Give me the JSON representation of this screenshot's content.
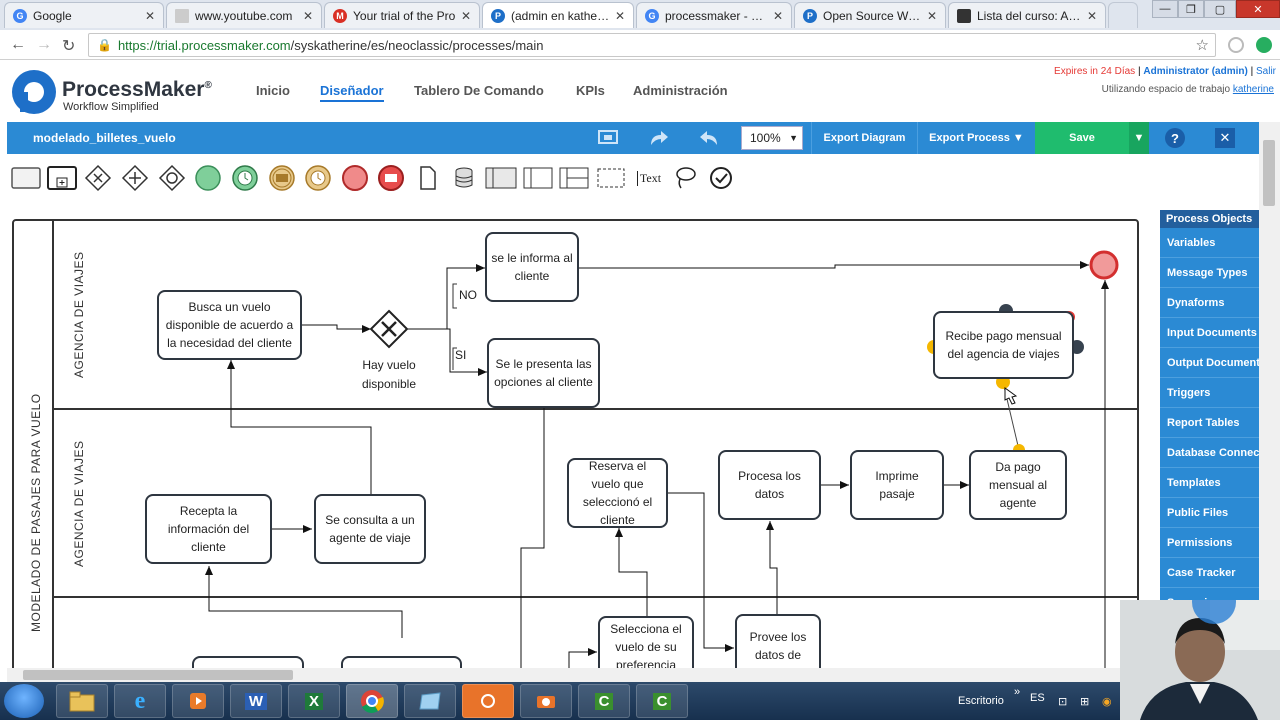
{
  "browser": {
    "tabs": [
      {
        "title": "Google",
        "fav": "G",
        "fav_color": "#4285f4"
      },
      {
        "title": "www.youtube.com",
        "fav": "",
        "fav_color": "#cccccc"
      },
      {
        "title": "Your trial of the Pro",
        "fav": "M",
        "fav_color": "#d93025"
      },
      {
        "title": "(admin en katherine",
        "fav": "P",
        "fav_color": "#1e6fc8"
      },
      {
        "title": "processmaker - Bus",
        "fav": "G",
        "fav_color": "#4285f4"
      },
      {
        "title": "Open Source Workf",
        "fav": "P",
        "fav_color": "#1e6fc8"
      },
      {
        "title": "Lista del curso: AUC",
        "fav": "",
        "fav_color": "#333333"
      }
    ],
    "url_host": "https://trial.processmaker.com",
    "url_path": "/syskatherine/es/neoclassic/processes/main"
  },
  "header": {
    "brand": "ProcessMaker",
    "reg": "®",
    "tagline": "Workflow Simplified",
    "nav": [
      "Inicio",
      "Diseñador",
      "Tablero De Comando",
      "KPIs",
      "Administración"
    ],
    "expires": "Expires in 24 Días",
    "sep": "|",
    "user": "Administrator (admin)",
    "logout": "Salir",
    "workspace_text": "Utilizando espacio de trabajo",
    "workspace": "katherine"
  },
  "toolbar": {
    "process_name": "modelado_billetes_vuelo",
    "zoom": "100%",
    "export_diagram": "Export Diagram",
    "export_process": "Export Process ▼",
    "save": "Save",
    "help": "?"
  },
  "palette": {
    "text_tool": "Text"
  },
  "diagram": {
    "pool_label": "MODELADO DE PASAJES PARA VUELO",
    "lane1_label": "AGENCIA DE VIAJES",
    "lane2_label": "AGENCIA DE VIAJES",
    "tasks": {
      "busca": "Busca un vuelo disponible de acuerdo a la necesidad del cliente",
      "informa": "se le informa al cliente",
      "presenta": "Se le presenta las opciones al cliente",
      "recibe": "Recibe pago mensual del agencia de viajes",
      "recepta": "Recepta la información del cliente",
      "consulta": "Se consulta a un agente de viaje",
      "reserva": "Reserva el vuelo que seleccionó el cliente",
      "procesa": "Procesa los datos",
      "imprime": "Imprime pasaje",
      "dapago": "Da pago mensual al agente",
      "selecciona": "Selecciona el vuelo de su preferencia",
      "provee": "Provee los datos de pago"
    },
    "gateway_label": "Hay vuelo disponible",
    "flow_no": "NO",
    "flow_si": "SI",
    "badge": "!"
  },
  "sidepanel": {
    "title": "Process Objects",
    "items": [
      "Variables",
      "Message Types",
      "Dynaforms",
      "Input Documents",
      "Output Documents",
      "Triggers",
      "Report Tables",
      "Database Connections",
      "Templates",
      "Public Files",
      "Permissions",
      "Case Tracker",
      "Supervisors"
    ]
  },
  "taskbar": {
    "apps": [
      "explorer",
      "ie",
      "media",
      "W",
      "X",
      "chrome",
      "app",
      "camera",
      "screenshot",
      "C",
      "C"
    ],
    "desk_label": "Escritorio",
    "lang": "ES"
  },
  "colors": {
    "brand_blue": "#2b8ad4",
    "save_green": "#1fbc6e",
    "end_event": "#e53935",
    "start_event": "#27ae60",
    "handle_yellow": "#f5b700"
  }
}
